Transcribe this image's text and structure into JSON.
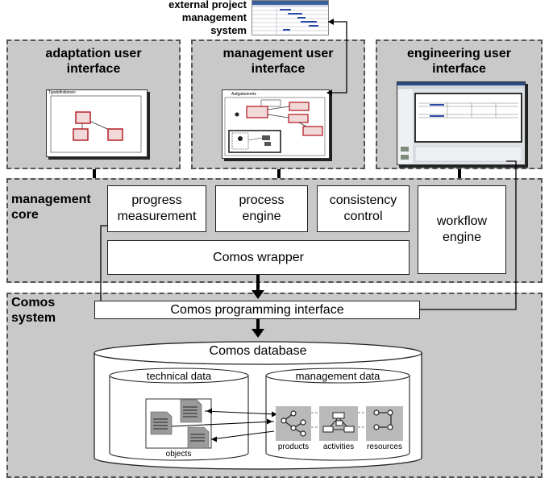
{
  "external_system": {
    "label_line1": "external project",
    "label_line2": "management",
    "label_line3": "system"
  },
  "user_interfaces": {
    "adaptation": {
      "title_line1": "adaptation user",
      "title_line2": "interface",
      "window_caption": "Typdefinitionen"
    },
    "management": {
      "title_line1": "management user",
      "title_line2": "interface",
      "window_caption": "Aufgabennetz"
    },
    "engineering": {
      "title_line1": "engineering user",
      "title_line2": "interface"
    }
  },
  "management_core": {
    "label_line1": "management",
    "label_line2": "core",
    "progress": {
      "line1": "progress",
      "line2": "measurement"
    },
    "process": {
      "line1": "process",
      "line2": "engine"
    },
    "consistency": {
      "line1": "consistency",
      "line2": "control"
    },
    "workflow": {
      "line1": "workflow",
      "line2": "engine"
    },
    "wrapper": "Comos wrapper"
  },
  "comos_system": {
    "label_line1": "Comos",
    "label_line2": "system",
    "programming_interface": "Comos programming interface",
    "database": "Comos database",
    "technical_data": "technical data",
    "management_data": "management data",
    "objects": "objects",
    "products": "products",
    "activities": "activities",
    "resources": "resources"
  },
  "colors": {
    "region_fill": "#c9c9c9",
    "box_fill": "#ffffff",
    "border": "#555555",
    "accent_red": "#b0121a"
  }
}
